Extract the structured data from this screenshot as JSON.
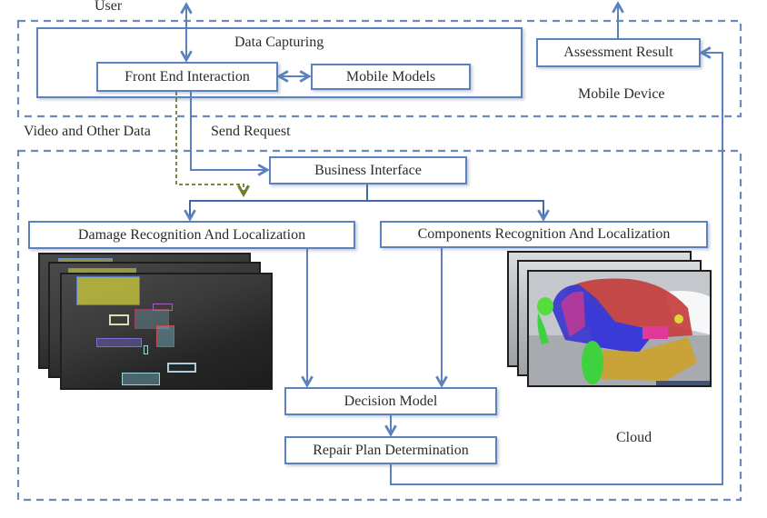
{
  "diagram": {
    "title": "Vehicle damage assessment architecture",
    "colors": {
      "line": "#5b82bd",
      "dashed_border": "#6b8bb8",
      "data_flow": "#7a8a3a",
      "text": "#2b2b2b"
    },
    "zones": {
      "mobile": {
        "label": "Mobile Device"
      },
      "cloud": {
        "label": "Cloud"
      }
    },
    "external": {
      "user": "User",
      "video_data": "Video and Other Data",
      "send_request": "Send Request"
    },
    "nodes": {
      "data_capturing": "Data Capturing",
      "front_end": "Front End Interaction",
      "mobile_models": "Mobile Models",
      "assessment_result": "Assessment Result",
      "business_interface": "Business Interface",
      "damage_recognition": "Damage Recognition And Localization",
      "components_recognition": "Components Recognition And Localization",
      "decision_model": "Decision Model",
      "repair_plan": "Repair Plan Determination"
    },
    "images": {
      "damage": "Damaged car frames with detection boxes",
      "components": "Car frames with component segmentation"
    },
    "edges": [
      {
        "from": "user",
        "to": "front_end",
        "type": "bidirectional"
      },
      {
        "from": "front_end",
        "to": "mobile_models",
        "type": "bidirectional"
      },
      {
        "from": "front_end",
        "to": "business_interface",
        "label": "Send Request"
      },
      {
        "from": "front_end",
        "to": "damage_recognition",
        "label": "Video and Other Data",
        "type": "dashed"
      },
      {
        "from": "business_interface",
        "to": "damage_recognition"
      },
      {
        "from": "business_interface",
        "to": "components_recognition"
      },
      {
        "from": "damage_recognition",
        "to": "decision_model"
      },
      {
        "from": "components_recognition",
        "to": "decision_model"
      },
      {
        "from": "decision_model",
        "to": "repair_plan"
      },
      {
        "from": "repair_plan",
        "to": "assessment_result"
      },
      {
        "from": "assessment_result",
        "to": "user"
      }
    ]
  }
}
